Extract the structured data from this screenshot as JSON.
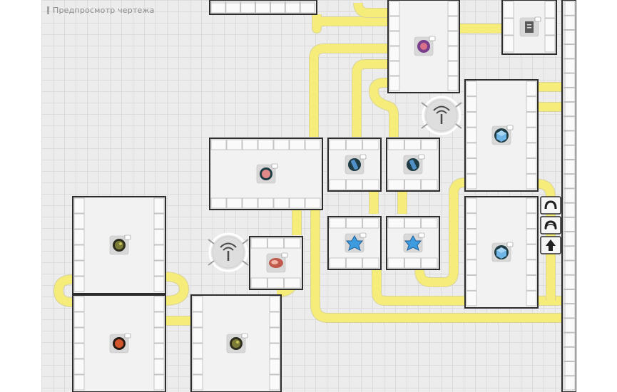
{
  "header": {
    "title": "Предпросмотр чертежа"
  },
  "scene": {
    "type": "factory-blueprint-preview",
    "belt_color": "#f5ec7a",
    "grid_color": "#dcdcdc",
    "background": "#ececec",
    "buildings": [
      {
        "name": "assembler-top-left-edge",
        "icon": "none"
      },
      {
        "name": "assembler-top-center",
        "icon": "purple-gear-icon"
      },
      {
        "name": "assembler-top-right-doc",
        "icon": "document-icon"
      },
      {
        "name": "assembler-rose-wide",
        "icon": "pink-ore-icon"
      },
      {
        "name": "assembler-blue-ingot-1",
        "icon": "blue-ingot-icon"
      },
      {
        "name": "assembler-blue-ingot-2",
        "icon": "blue-ingot-icon"
      },
      {
        "name": "assembler-blue-crystal-1",
        "icon": "blue-crystal-icon"
      },
      {
        "name": "assembler-blue-crystal-2",
        "icon": "blue-crystal-icon"
      },
      {
        "name": "assembler-blue-cube-upper",
        "icon": "blue-cube-icon"
      },
      {
        "name": "assembler-blue-cube-lower",
        "icon": "blue-cube-icon"
      },
      {
        "name": "assembler-dark-ore-upper",
        "icon": "dark-ore-icon"
      },
      {
        "name": "assembler-red-ore",
        "icon": "red-ore-icon"
      },
      {
        "name": "assembler-dark-ore-lower",
        "icon": "dark-ore-icon"
      },
      {
        "name": "assembler-meat",
        "icon": "meat-icon"
      },
      {
        "name": "assembler-right-edge",
        "icon": "none"
      }
    ],
    "splitters": [
      "splitter-icon",
      "splitter-icon"
    ],
    "side_controls": [
      "rotate-ccw-icon",
      "rotate-cw-icon",
      "arrow-up-icon"
    ]
  }
}
